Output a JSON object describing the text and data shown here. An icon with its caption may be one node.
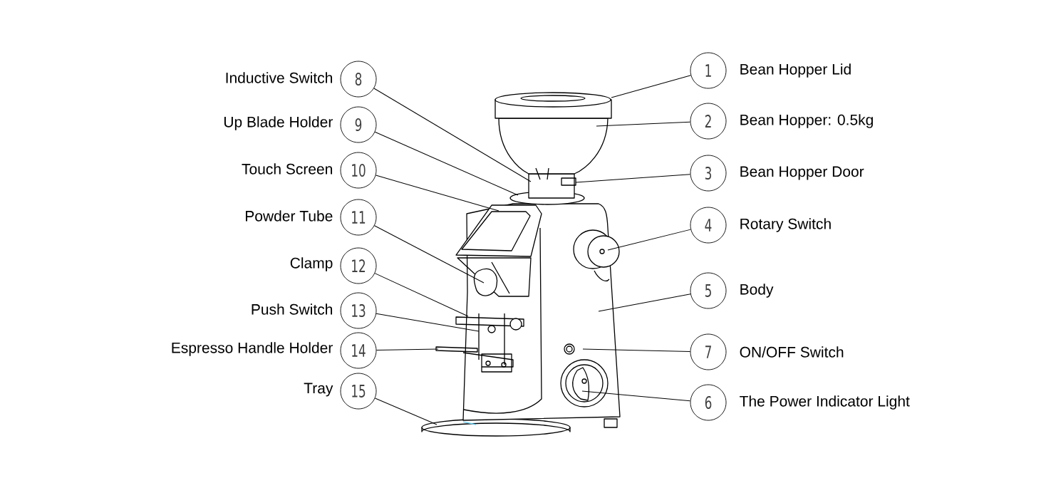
{
  "diagram": {
    "nodes": [
      {
        "text": [
          "8"
        ],
        "beside": [
          "Inductive Switch"
        ]
      },
      {
        "text": [
          "9"
        ],
        "beside": [
          "Up Blade Holder"
        ]
      },
      {
        "text": [
          "10"
        ],
        "beside": [
          "Touch Screen"
        ]
      },
      {
        "text": [
          "11"
        ],
        "beside": [
          "Powder Tube"
        ]
      },
      {
        "text": [
          "12"
        ],
        "beside": [
          "Clamp"
        ]
      },
      {
        "text": [
          "13"
        ],
        "beside": [
          "Push Switch"
        ]
      },
      {
        "text": [
          "14"
        ],
        "beside": [
          "Espresso Handle Holder"
        ]
      },
      {
        "text": [
          "15"
        ],
        "beside": [
          "Tray"
        ]
      },
      {
        "text": [
          "1"
        ],
        "beside": [
          "Bean Hopper Lid"
        ]
      },
      {
        "text": [
          "2"
        ],
        "beside": [
          "Bean Hopper: 0.5kg"
        ]
      },
      {
        "text": [
          "3"
        ],
        "beside": [
          "Bean Hopper Door"
        ]
      },
      {
        "text": [
          "4"
        ],
        "beside": [
          "Rotary Switch"
        ]
      },
      {
        "text": [
          "5"
        ],
        "beside": [
          "Body"
        ]
      },
      {
        "text": [
          "7"
        ],
        "beside": [
          "ON/OFF Switch"
        ]
      },
      {
        "text": [
          "6"
        ],
        "beside": [
          "The Power Indicator Light"
        ]
      }
    ],
    "edges": [
      {
        "from": 0,
        "to": null,
        "arrow": "none"
      },
      {
        "from": 1,
        "to": null,
        "arrow": "none"
      },
      {
        "from": 2,
        "to": null,
        "arrow": "none"
      },
      {
        "from": 3,
        "to": null,
        "arrow": "none"
      },
      {
        "from": 4,
        "to": null,
        "arrow": "none"
      },
      {
        "from": 5,
        "to": null,
        "arrow": "none"
      },
      {
        "from": 6,
        "to": null,
        "arrow": "none"
      },
      {
        "from": 7,
        "to": null,
        "arrow": "none"
      },
      {
        "from": 8,
        "to": null,
        "arrow": "none"
      },
      {
        "from": 9,
        "to": null,
        "arrow": "none"
      },
      {
        "from": 10,
        "to": null,
        "arrow": "none"
      },
      {
        "from": 11,
        "to": null,
        "arrow": "none"
      },
      {
        "from": 12,
        "to": null,
        "arrow": "none"
      },
      {
        "from": 13,
        "to": null,
        "arrow": "none"
      },
      {
        "from": 14,
        "to": null,
        "arrow": "none"
      }
    ]
  }
}
